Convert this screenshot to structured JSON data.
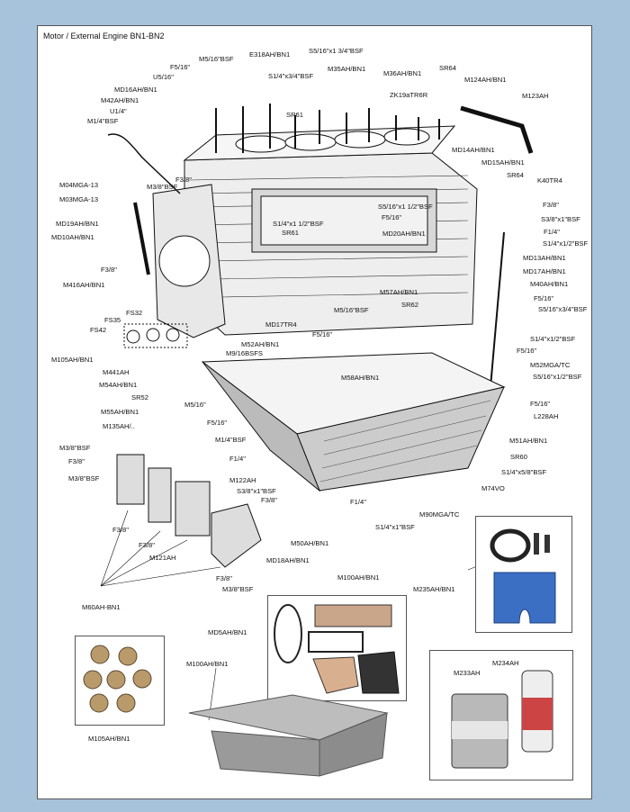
{
  "title": "Motor / External Engine BN1-BN2",
  "labels": [
    {
      "id": "e318",
      "text": "E318AH/BN1"
    },
    {
      "id": "m5bsf_top",
      "text": "M5/16\"BSF"
    },
    {
      "id": "f516_top",
      "text": "F5/16\""
    },
    {
      "id": "u516",
      "text": "U5/16\""
    },
    {
      "id": "md16",
      "text": "MD16AH/BN1"
    },
    {
      "id": "m42",
      "text": "M42AH/BN1"
    },
    {
      "id": "u14",
      "text": "U1/4\""
    },
    {
      "id": "m14bsf",
      "text": "M1/4\"BSF"
    },
    {
      "id": "s14x34",
      "text": "S1/4\"x3/4\"BSF"
    },
    {
      "id": "sr61a",
      "text": "SR61"
    },
    {
      "id": "s516x134",
      "text": "S5/16\"x1 3/4\"BSF"
    },
    {
      "id": "m35",
      "text": "M35AH/BN1"
    },
    {
      "id": "m36",
      "text": "M36AH/BN1"
    },
    {
      "id": "zk19",
      "text": "ZK19aTR6R"
    },
    {
      "id": "sr64a",
      "text": "SR64"
    },
    {
      "id": "m124",
      "text": "M124AH/BN1"
    },
    {
      "id": "m123",
      "text": "M123AH"
    },
    {
      "id": "md14",
      "text": "MD14AH/BN1"
    },
    {
      "id": "md15",
      "text": "MD15AH/BN1"
    },
    {
      "id": "sr64b",
      "text": "SR64"
    },
    {
      "id": "k40",
      "text": "K40TR4"
    },
    {
      "id": "f38a",
      "text": "F3/8\""
    },
    {
      "id": "m38bsf_a",
      "text": "M3/8\"BSF"
    },
    {
      "id": "m04",
      "text": "M04MGA-13"
    },
    {
      "id": "m03",
      "text": "M03MGA-13"
    },
    {
      "id": "md19",
      "text": "MD19AH/BN1"
    },
    {
      "id": "md10",
      "text": "MD10AH/BN1"
    },
    {
      "id": "s14x112a",
      "text": "S1/4\"x1 1/2\"BSF"
    },
    {
      "id": "sr61b",
      "text": "SR61"
    },
    {
      "id": "s516x112",
      "text": "S5/16\"x1 1/2\"BSF"
    },
    {
      "id": "f516b",
      "text": "F5/16\""
    },
    {
      "id": "md20",
      "text": "MD20AH/BN1"
    },
    {
      "id": "f38b",
      "text": "F3/8\""
    },
    {
      "id": "s38x1",
      "text": "S3/8\"x1\"BSF"
    },
    {
      "id": "f14a",
      "text": "F1/4\""
    },
    {
      "id": "s14x12a",
      "text": "S1/4\"x1/2\"BSF"
    },
    {
      "id": "md13",
      "text": "MD13AH/BN1"
    },
    {
      "id": "md17",
      "text": "MD17AH/BN1"
    },
    {
      "id": "m40",
      "text": "M40AH/BN1"
    },
    {
      "id": "f38c",
      "text": "F3/8\""
    },
    {
      "id": "m416",
      "text": "M416AH/BN1"
    },
    {
      "id": "m57",
      "text": "M57AH/BN1"
    },
    {
      "id": "sr62",
      "text": "SR62"
    },
    {
      "id": "f516c",
      "text": "F5/16\""
    },
    {
      "id": "s516x34",
      "text": "S5/16\"x3/4\"BSF"
    },
    {
      "id": "fs32",
      "text": "FS32"
    },
    {
      "id": "fs35",
      "text": "FS35"
    },
    {
      "id": "fs42",
      "text": "FS42"
    },
    {
      "id": "m5bsf_b",
      "text": "M5/16\"BSF"
    },
    {
      "id": "md17tr4",
      "text": "MD17TR4"
    },
    {
      "id": "m52ah",
      "text": "M52AH/BN1"
    },
    {
      "id": "m916",
      "text": "M9/16BSFS"
    },
    {
      "id": "f516d",
      "text": "F5/16\""
    },
    {
      "id": "s14x12b",
      "text": "S1/4\"x1/2\"BSF"
    },
    {
      "id": "f516e",
      "text": "F5/16\""
    },
    {
      "id": "m105a",
      "text": "M105AH/BN1"
    },
    {
      "id": "m441",
      "text": "M441AH"
    },
    {
      "id": "m58",
      "text": "M58AH/BN1"
    },
    {
      "id": "m52mga",
      "text": "M52MGA/TC"
    },
    {
      "id": "s516x12",
      "text": "S5/16\"x1/2\"BSF"
    },
    {
      "id": "m54",
      "text": "M54AH/BN1"
    },
    {
      "id": "sr52",
      "text": "SR52"
    },
    {
      "id": "f516f",
      "text": "F5/16\""
    },
    {
      "id": "l228",
      "text": "L228AH"
    },
    {
      "id": "m55",
      "text": "M55AH/BN1"
    },
    {
      "id": "m5_16",
      "text": "M5/16\""
    },
    {
      "id": "f516g",
      "text": "F5/16\""
    },
    {
      "id": "m135",
      "text": "M135AH/.."
    },
    {
      "id": "m14",
      "text": "M1/4\"BSF"
    },
    {
      "id": "m51",
      "text": "M51AH/BN1"
    },
    {
      "id": "f14b",
      "text": "F1/4\""
    },
    {
      "id": "sr60",
      "text": "SR60"
    },
    {
      "id": "m38bsf_b",
      "text": "M3/8\"BSF"
    },
    {
      "id": "f38d",
      "text": "F3/8\""
    },
    {
      "id": "s14x58",
      "text": "S1/4\"x5/8\"BSF"
    },
    {
      "id": "m122",
      "text": "M122AH"
    },
    {
      "id": "m38bsf_c",
      "text": "M3/8\"BSF"
    },
    {
      "id": "s38x1b",
      "text": "S3/8\"x1\"BSF"
    },
    {
      "id": "f38e",
      "text": "F3/8\""
    },
    {
      "id": "m74",
      "text": "M74VO"
    },
    {
      "id": "f14c",
      "text": "F1/4\""
    },
    {
      "id": "m90",
      "text": "M90MGA/TC"
    },
    {
      "id": "s14x1",
      "text": "S1/4\"x1\"BSF"
    },
    {
      "id": "f38f",
      "text": "F3/8\""
    },
    {
      "id": "f38g",
      "text": "F3/8\""
    },
    {
      "id": "m121",
      "text": "M121AH"
    },
    {
      "id": "m50",
      "text": "M50AH/BN1"
    },
    {
      "id": "md18",
      "text": "MD18AH/BN1"
    },
    {
      "id": "m100a",
      "text": "M100AH/BN1"
    },
    {
      "id": "m235",
      "text": "M235AH/BN1"
    },
    {
      "id": "f38h",
      "text": "F3/8\""
    },
    {
      "id": "m38bsf_d",
      "text": "M3/8\"BSF"
    },
    {
      "id": "m60",
      "text": "M60AH-BN1"
    },
    {
      "id": "md5",
      "text": "MD5AH/BN1"
    },
    {
      "id": "m100b",
      "text": "M100AH/BN1"
    },
    {
      "id": "m234",
      "text": "M234AH"
    },
    {
      "id": "m233",
      "text": "M233AH"
    },
    {
      "id": "m105b",
      "text": "M105AH/BN1"
    }
  ],
  "colors": {
    "background": "#a7c3dc",
    "sheet": "#ffffff",
    "line": "#111111",
    "accent_blue": "#3a6fc4"
  }
}
